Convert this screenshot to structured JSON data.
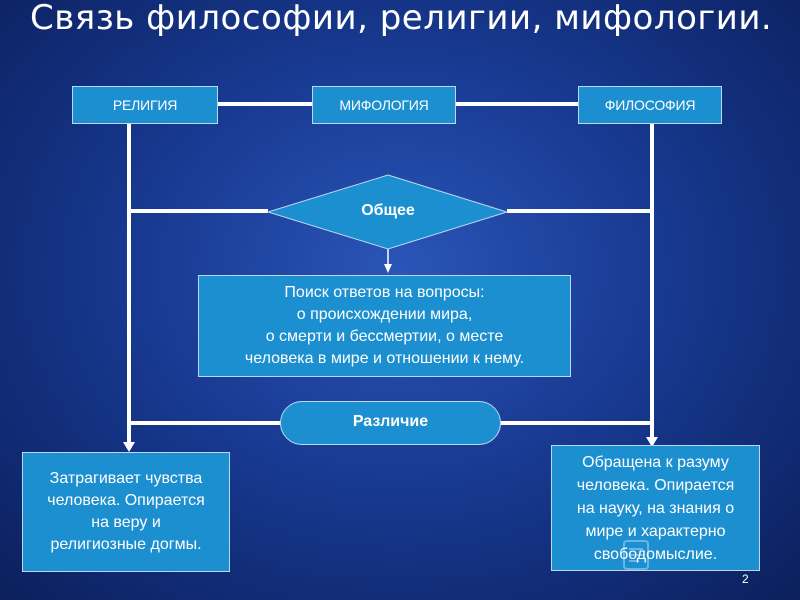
{
  "title": "Связь  философии, религии, мифологии.",
  "nodes": {
    "religion": "РЕЛИГИЯ",
    "mythology": "МИФОЛОГИЯ",
    "philosophy": "ФИЛОСОФИЯ",
    "common": "Общее",
    "difference": "Различие"
  },
  "common_text": [
    "Поиск ответов на вопросы:",
    "о происхождении мира,",
    "о смерти и бессмертии,  о месте",
    "человека в мире и отношении  к нему."
  ],
  "religion_text": [
    "Затрагивает чувства",
    " человека. Опирается",
    "на  веру и",
    "религиозные  догмы."
  ],
  "philosophy_text": [
    "Обращена к разуму",
    " человека. Опирается",
    "на науку, на знания о",
    "мире и характерно",
    "свободомыслие."
  ],
  "slide_number": "2",
  "colors": {
    "box_fill": "#1c8fd0",
    "box_border": "#bcd8f0",
    "connector": "#ffffff",
    "background": "#183a92"
  }
}
